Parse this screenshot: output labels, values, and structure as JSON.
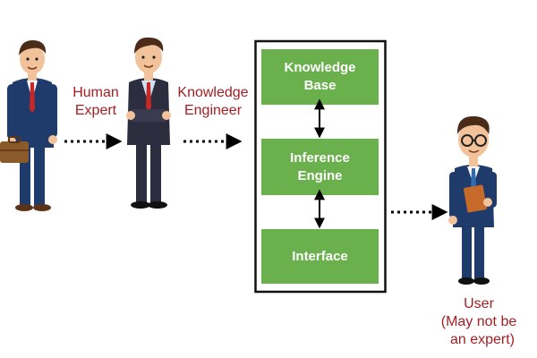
{
  "colors": {
    "label_red": "#a31f24",
    "box_green": "#6ab04c",
    "border": "#111111",
    "suit_navy": "#1f3b6b",
    "suit_dark": "#2c2d3f",
    "skin": "#f2c29b",
    "hair": "#4a2c18",
    "tie_red": "#c62828",
    "briefcase": "#8b5a2b",
    "book": "#c66a2c"
  },
  "labels": {
    "human_expert": [
      "Human",
      "Expert"
    ],
    "knowledge_engineer": [
      "Knowledge",
      "Engineer"
    ],
    "user": [
      "User",
      "(May not be",
      "an expert)"
    ]
  },
  "system": {
    "boxes": [
      {
        "id": "knowledge-base",
        "lines": [
          "Knowledge",
          "Base"
        ]
      },
      {
        "id": "inference-engine",
        "lines": [
          "Inference",
          "Engine"
        ]
      },
      {
        "id": "interface",
        "lines": [
          "Interface"
        ]
      }
    ]
  },
  "icons": {
    "expert": "businessman-with-briefcase-icon",
    "engineer": "businessman-arms-crossed-icon",
    "user": "man-with-glasses-holding-book-icon"
  }
}
